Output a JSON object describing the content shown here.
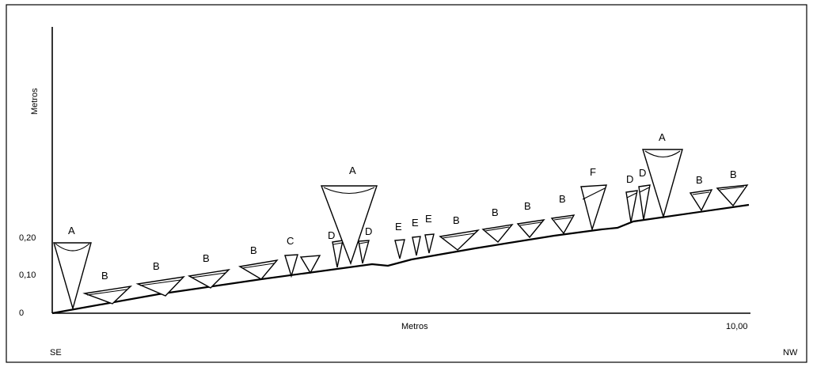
{
  "y_axis": {
    "label": "Metros",
    "ticks": [
      "0",
      "0,10",
      "0,20"
    ]
  },
  "x_axis": {
    "label": "Metros",
    "end_tick": "10,00"
  },
  "orientation": {
    "left": "SE",
    "right": "NW"
  },
  "pits": [
    {
      "label": "A"
    },
    {
      "label": "B"
    },
    {
      "label": "B"
    },
    {
      "label": "B"
    },
    {
      "label": "B"
    },
    {
      "label": "C"
    },
    {
      "label": "D"
    },
    {
      "label": "D"
    },
    {
      "label": "A"
    },
    {
      "label": "E"
    },
    {
      "label": "E"
    },
    {
      "label": "E"
    },
    {
      "label": "B"
    },
    {
      "label": "B"
    },
    {
      "label": "B"
    },
    {
      "label": "B"
    },
    {
      "label": "F"
    },
    {
      "label": "D"
    },
    {
      "label": "D"
    },
    {
      "label": "A"
    },
    {
      "label": "B"
    },
    {
      "label": "B"
    }
  ]
}
